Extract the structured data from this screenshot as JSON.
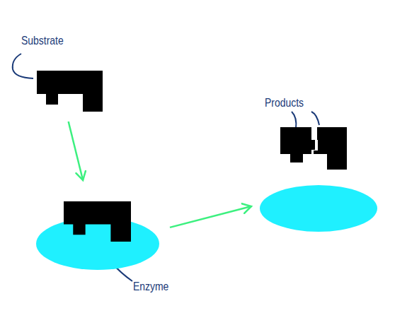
{
  "diagram": {
    "nodes": [
      {
        "text": [
          "Substrate"
        ]
      },
      {
        "text": [
          "Enzyme"
        ]
      },
      {
        "text": [
          "Products"
        ]
      }
    ],
    "edges": [
      {
        "from": 0,
        "to": 1,
        "arrow": "to"
      },
      {
        "from": 1,
        "to": 2,
        "arrow": "to"
      }
    ]
  }
}
